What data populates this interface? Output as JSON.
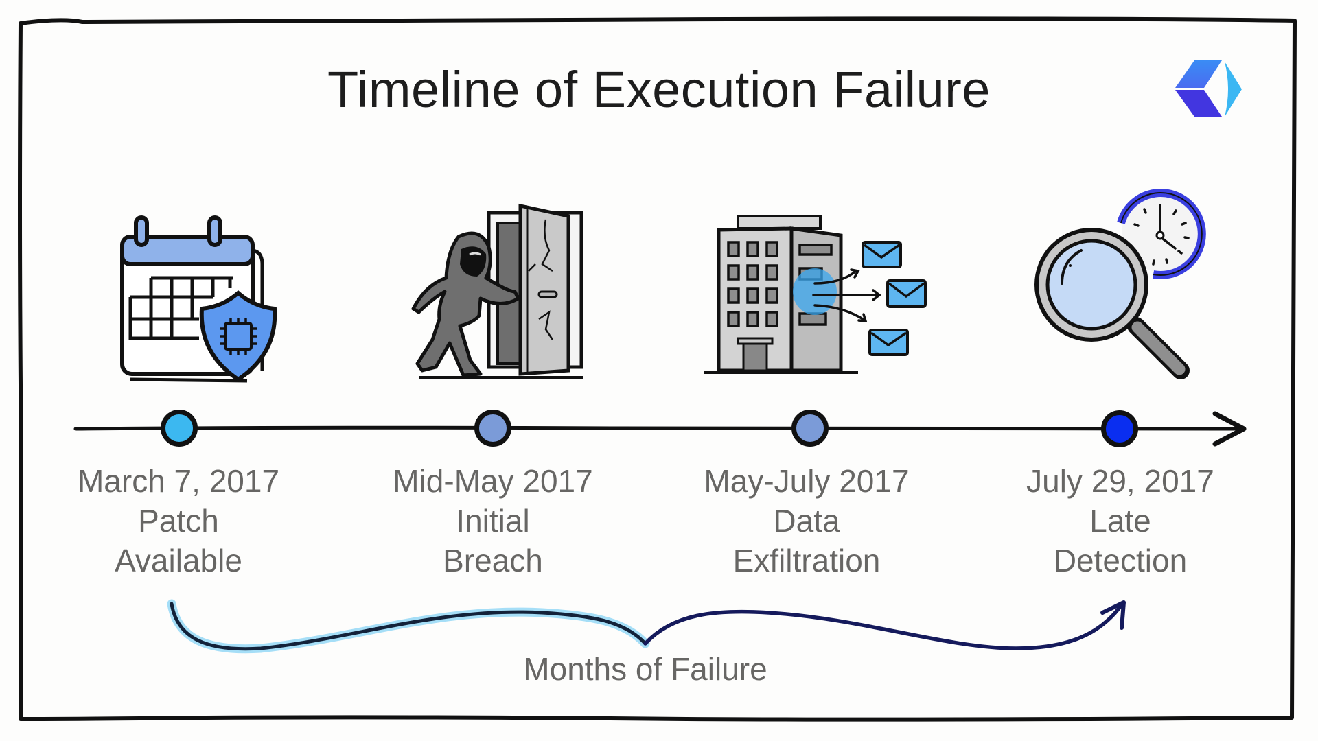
{
  "header": {
    "title": "Timeline of Execution Failure",
    "logo_icon": "cube-logo-icon"
  },
  "timeline": {
    "axis": "arrow-right",
    "events": [
      {
        "date": "March 7, 2017",
        "line1": "Patch",
        "line2": "Available",
        "icon": "calendar-shield-chip-icon",
        "dot_color": "#3cb8f0"
      },
      {
        "date": "Mid-May 2017",
        "line1": "Initial",
        "line2": "Breach",
        "icon": "intruder-door-icon",
        "dot_color": "#7b9bd8"
      },
      {
        "date": "May-July 2017",
        "line1": "Data",
        "line2": "Exfiltration",
        "icon": "building-data-leak-icon",
        "dot_color": "#7b9bd8"
      },
      {
        "date": "July 29, 2017",
        "line1": "Late",
        "line2": "Detection",
        "icon": "magnifier-clock-icon",
        "dot_color": "#0a2ef0"
      }
    ]
  },
  "span": {
    "label": "Months of Failure",
    "icon": "curly-span-arrow"
  },
  "colors": {
    "frame": "#111111",
    "text_gray": "#676664",
    "accent_light": "#3cb8f0",
    "accent_mid": "#7b9bd8",
    "accent_dark": "#0a2ef0",
    "navy": "#151a5c"
  }
}
